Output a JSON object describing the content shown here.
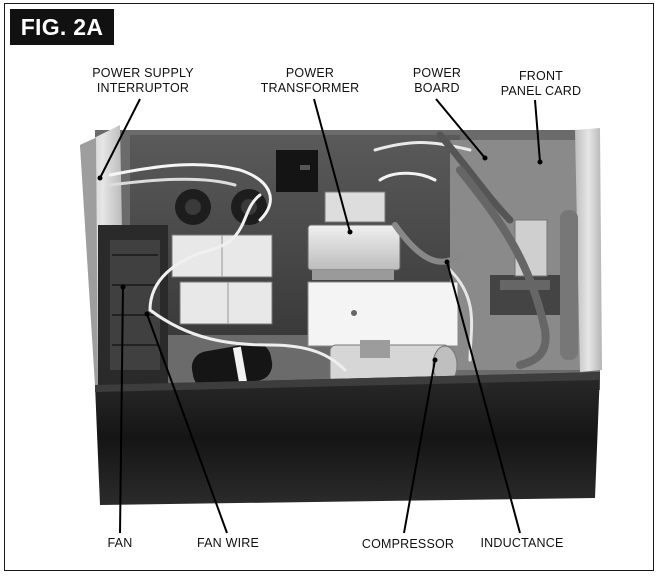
{
  "figure": {
    "tag": "FIG. 2A"
  },
  "labels": {
    "power_supply_interruptor": [
      "POWER SUPPLY",
      "INTERRUPTOR"
    ],
    "power_transformer": [
      "POWER",
      "TRANSFORMER"
    ],
    "power_board": [
      "POWER",
      "BOARD"
    ],
    "front_panel_card": [
      "FRONT",
      "PANEL CARD"
    ],
    "fan": "FAN",
    "fan_wire": "FAN WIRE",
    "compressor": "COMPRESSOR",
    "inductance": "INDUCTANCE"
  },
  "colors": {
    "frame": "#1a1a1a",
    "tag_bg": "#111111",
    "tag_text": "#ffffff",
    "housing_dark": "#1c1c1c",
    "side_panel": "#cfcfcf"
  }
}
